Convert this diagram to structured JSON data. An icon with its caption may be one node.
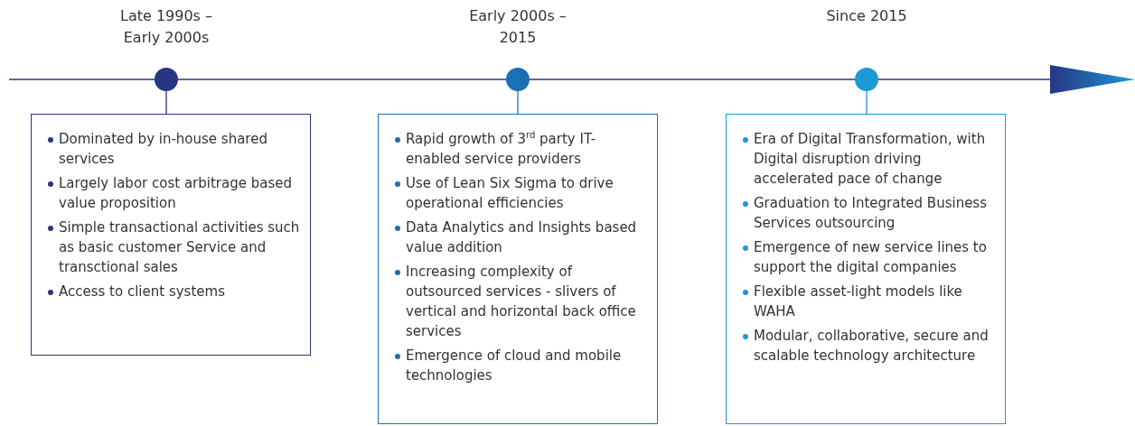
{
  "diagram": {
    "nodes": [
      {
        "text": [
          "Late 1990s – Early 2000s"
        ]
      },
      {
        "text": [
          "Dominated by in-house shared services",
          "Largely labor cost arbitrage based value proposition",
          "Simple transactional activities such as basic customer Service and transctional sales",
          "Access to client systems"
        ]
      },
      {
        "text": [
          "Early 2000s – 2015"
        ]
      },
      {
        "text": [
          "Rapid growth of 3$^{rd}$ party IT-enabled service providers",
          "Use of Lean Six Sigma to drive operational efficiencies",
          "Data Analytics and Insights based value addition",
          "Increasing complexity of outsourced services - slivers of vertical and horizontal back office services",
          "Emergence of cloud and mobile technologies"
        ]
      },
      {
        "text": [
          "Since 2015"
        ]
      },
      {
        "text": [
          "Era of Digital Transformation, with Digital disruption driving accelerated pace of change",
          "Graduation to Integrated Business Services outsourcing",
          "Emergence of new service lines to support the digital companies",
          "Flexible asset-light models like WAHA",
          "Modular, collaborative, secure and scalable technology architecture"
        ]
      }
    ],
    "edges": [
      {
        "from": 0,
        "to": 1,
        "arrow": "none",
        "color": "#283583"
      },
      {
        "from": 2,
        "to": 3,
        "arrow": "none",
        "color": "#1a6fb5"
      },
      {
        "from": 4,
        "to": 5,
        "arrow": "none",
        "color": "#1b9ad6"
      }
    ]
  }
}
